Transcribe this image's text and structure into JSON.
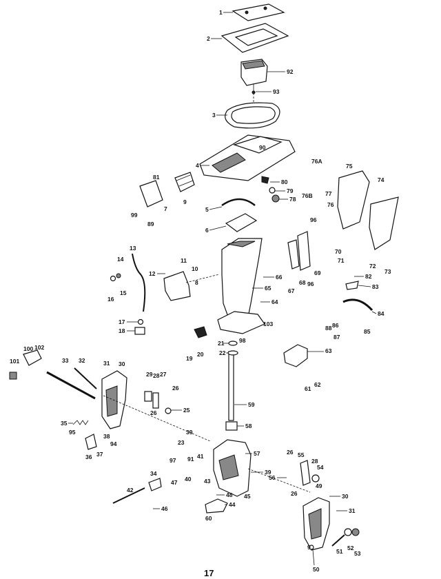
{
  "page_number": "17",
  "labels": {
    "l1": "1",
    "l2": "2",
    "l92": "92",
    "l93": "93",
    "l3": "3",
    "l90": "90",
    "l4": "4",
    "l76A": "76A",
    "l75": "75",
    "l74": "74",
    "l81": "81",
    "l9a": "9",
    "l80": "80",
    "l79": "79",
    "l78": "78",
    "l76B": "76B",
    "l77": "77",
    "l76": "76",
    "l99": "99",
    "l7": "7",
    "l89": "89",
    "l5": "5",
    "l6": "6",
    "l96a": "96",
    "l70": "70",
    "l71": "71",
    "l72": "72",
    "l73": "73",
    "l13": "13",
    "l14": "14",
    "l16": "16",
    "l15": "15",
    "l12": "12",
    "l11": "11",
    "l10": "10",
    "l8": "8",
    "l66": "66",
    "l65": "65",
    "l67": "67",
    "l68": "68",
    "l69": "69",
    "l96b": "96",
    "l82": "82",
    "l83": "83",
    "l64": "64",
    "l84": "84",
    "l17": "17",
    "l18": "18",
    "l103": "103",
    "l88": "88",
    "l86": "86",
    "l85": "85",
    "l87": "87",
    "l21": "21",
    "l98": "98",
    "l22": "22",
    "l19": "19",
    "l20": "20",
    "l63": "63",
    "l100": "100",
    "l102": "102",
    "l101": "101",
    "l33": "33",
    "l32": "32",
    "l31a": "31",
    "l30a": "30",
    "l29": "29",
    "l28a": "28",
    "l27": "27",
    "l26a": "26",
    "l26b": "26",
    "l25": "25",
    "l62": "62",
    "l61": "61",
    "l59": "59",
    "l35": "35",
    "l95": "95",
    "l38": "38",
    "l94": "94",
    "l36": "36",
    "l37": "37",
    "l58": "58",
    "l39a": "39",
    "l23": "23",
    "l57": "57",
    "l97": "97",
    "l91": "91",
    "l41": "41",
    "l40": "40",
    "l34": "34",
    "l47": "47",
    "l39b": "39",
    "l26c": "26",
    "l55": "55",
    "l28b": "28",
    "l54": "54",
    "l56": "56",
    "l49": "49",
    "l26d": "26",
    "l43": "43",
    "l45": "45",
    "l42": "42",
    "l48": "48",
    "l44": "44",
    "l46": "46",
    "l60": "60",
    "l30b": "30",
    "l31b": "31",
    "l9b": "9",
    "l50": "50",
    "l51": "51",
    "l52": "52",
    "l53": "53"
  }
}
